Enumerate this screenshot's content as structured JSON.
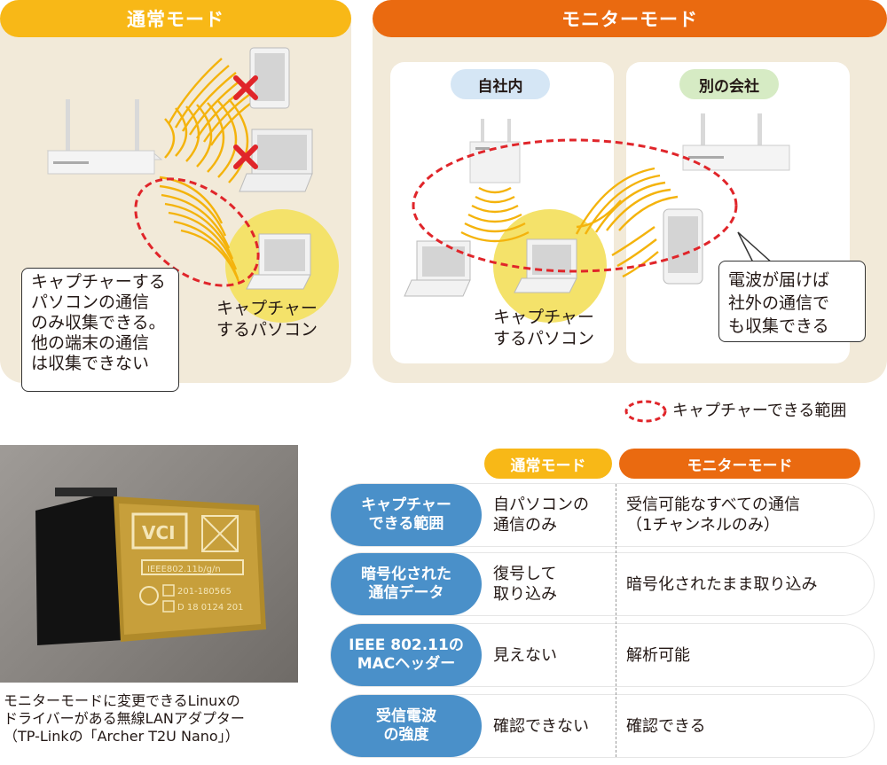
{
  "colors": {
    "yellow": "#f8b817",
    "orange": "#ea6a10",
    "panel": "#f2ead9",
    "blue": "#4a90c9",
    "red": "#e0252a"
  },
  "normal_panel": {
    "title": "通常モード",
    "callout": "キャプチャーする\nパソコンの通信\nのみ収集できる。\n他の端末の通信\nは収集できない",
    "pc_label": "キャプチャー\nするパソコン"
  },
  "monitor_panel": {
    "title": "モニターモード",
    "own_company": "自社内",
    "other_company": "別の会社",
    "pc_label": "キャプチャー\nするパソコン",
    "callout": "電波が届けば\n社外の通信で\nも収集できる"
  },
  "legend": {
    "label": "キャプチャーできる範囲"
  },
  "table": {
    "headers": {
      "normal": "通常モード",
      "monitor": "モニターモード"
    },
    "rows": [
      {
        "label": "キャプチャー\nできる範囲",
        "normal": "自パソコンの\n通信のみ",
        "monitor": "受信可能なすべての通信\n（1チャンネルのみ）"
      },
      {
        "label": "暗号化された\n通信データ",
        "normal": "復号して\n取り込み",
        "monitor": "暗号化されたまま取り込み"
      },
      {
        "label": "IEEE 802.11の\nMACヘッダー",
        "normal": "見えない",
        "monitor": "解析可能"
      },
      {
        "label": "受信電波\nの強度",
        "normal": "確認できない",
        "monitor": "確認できる"
      }
    ]
  },
  "adapter": {
    "label_lines": [
      "IEEE802.11b/g/n",
      "201-180565",
      "D 18 0124 201"
    ],
    "caption": "モニターモードに変更できるLinuxの\nドライバーがある無線LANアダプター\n（TP-Linkの「Archer T2U Nano」）"
  }
}
